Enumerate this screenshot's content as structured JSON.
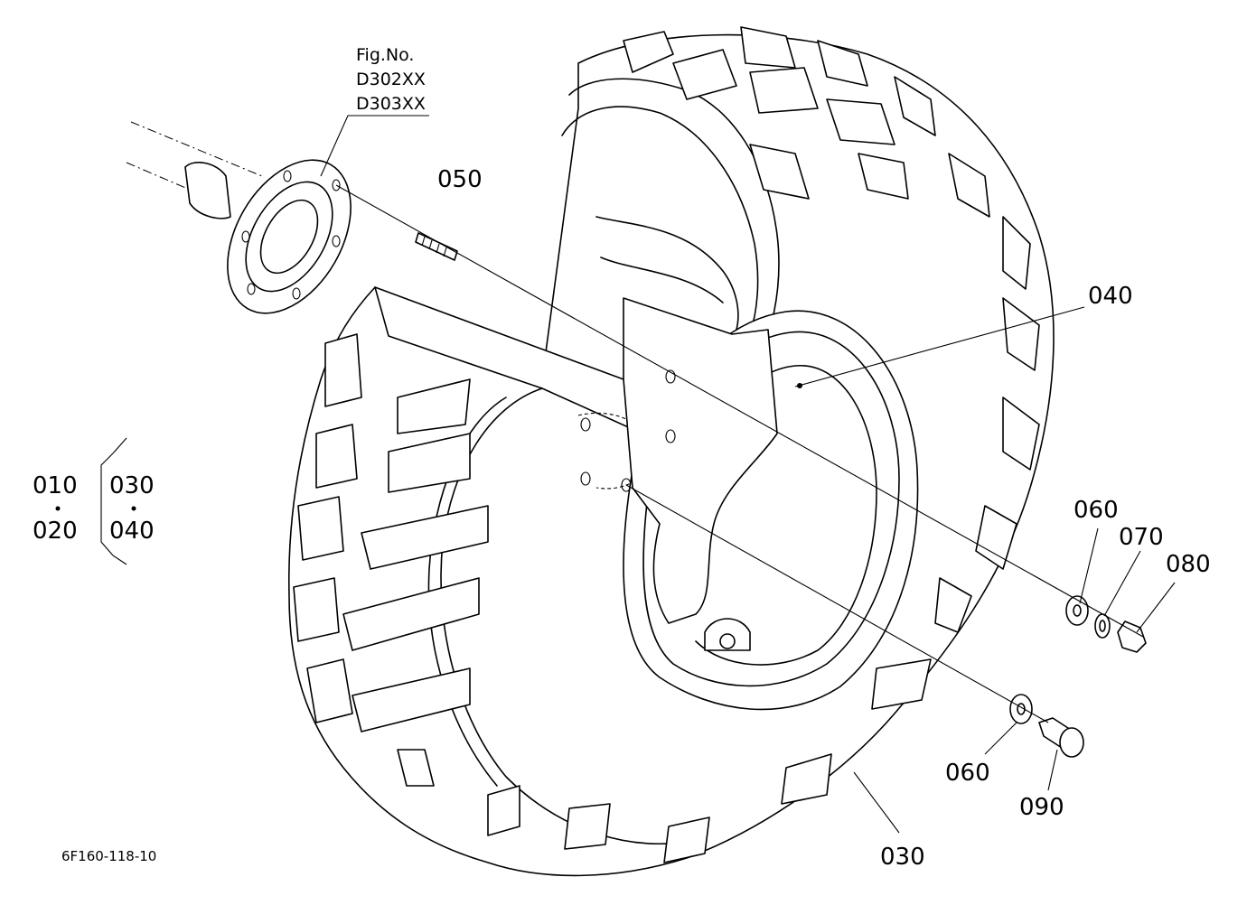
{
  "figure_reference": {
    "heading": "Fig.No.",
    "numbers": [
      "D302XX",
      "D303XX"
    ]
  },
  "part_callouts": [
    {
      "label": "050"
    },
    {
      "label": "040"
    },
    {
      "label": "060"
    },
    {
      "label": "070"
    },
    {
      "label": "080"
    },
    {
      "label": "060"
    },
    {
      "label": "090"
    },
    {
      "label": "030"
    }
  ],
  "assembly_group": {
    "left": [
      "010",
      "020"
    ],
    "right": [
      "030",
      "040"
    ]
  },
  "drawing_code": "6F160-118-10"
}
